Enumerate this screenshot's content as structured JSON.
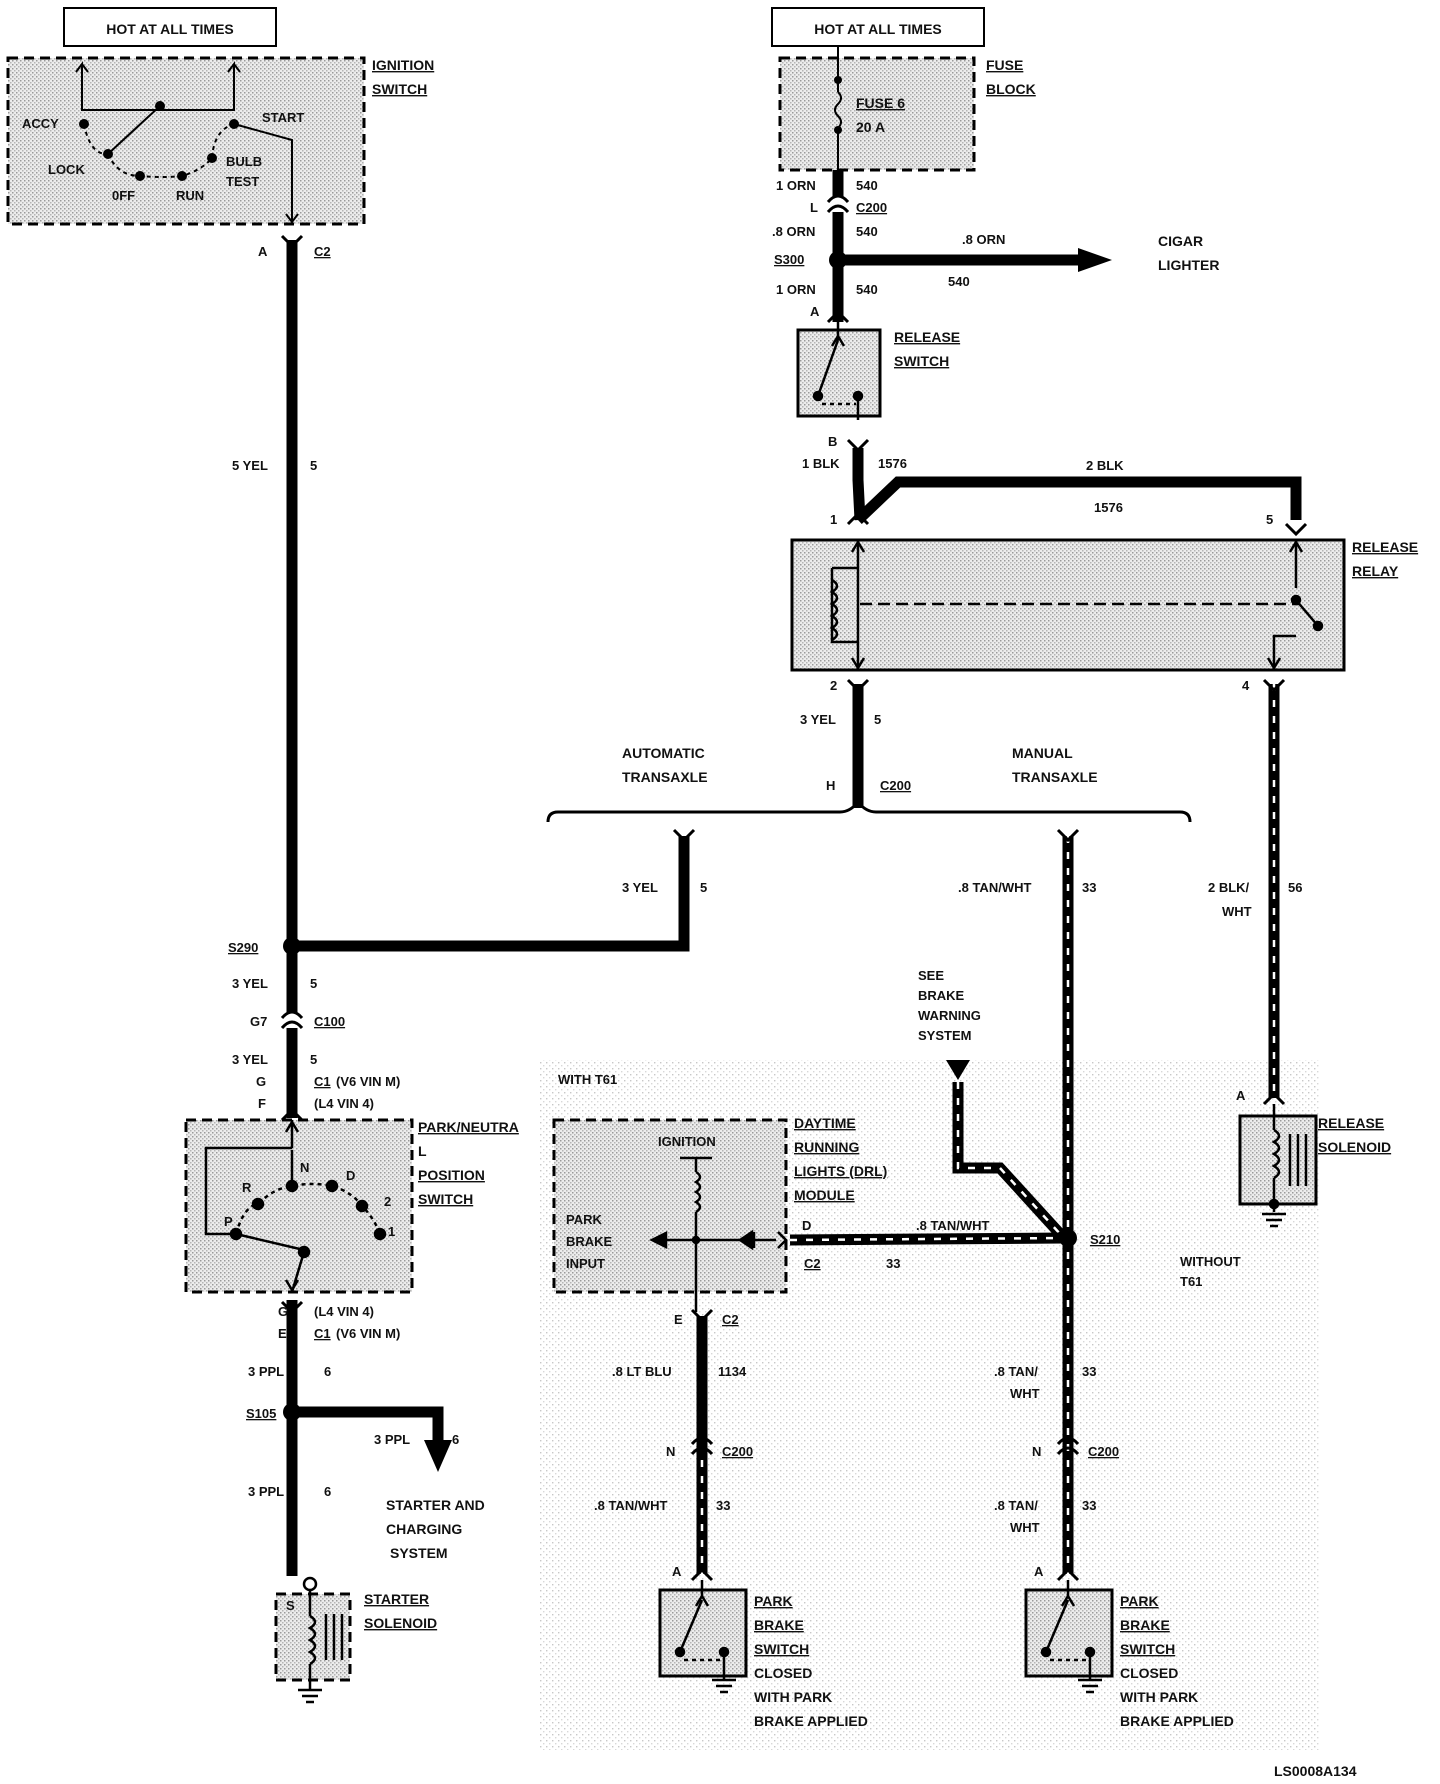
{
  "hot_at_all_times": "HOT AT ALL TIMES",
  "ignition_switch": {
    "name_line1": "IGNITION",
    "name_line2": "SWITCH",
    "positions": {
      "accy": "ACCY",
      "lock": "LOCK",
      "off": "0FF",
      "run": "RUN",
      "start": "START",
      "bulb": "BULB",
      "test": "TEST"
    }
  },
  "fuse_block": {
    "name_line1": "FUSE",
    "name_line2": "BLOCK",
    "fuse": "FUSE 6",
    "rating": "20 A"
  },
  "wires": {
    "orn_1": "1 ORN",
    "orn_540": "540",
    "conn_l": "L",
    "c200": "C200",
    "orn_08": ".8 ORN",
    "s300": "S300",
    "orn_1b": "1 ORN",
    "cig_orn": ".8 ORN",
    "cig_540": "540",
    "conn_a": "A",
    "conn_b": "B",
    "blk_1": "1 BLK",
    "blk_1576": "1576",
    "blk_2": "2 BLK",
    "blk_2_1576": "1576",
    "pin_1": "1",
    "pin_5": "5",
    "pin_2": "2",
    "pin_4": "4",
    "yel_3": "3 YEL",
    "yel_5": "5",
    "conn_h": "H",
    "yel_3b": "3 YEL",
    "yel_5b": "5",
    "tanwht": ".8 TAN/WHT",
    "tanwht_33": "33",
    "blkwht_1": "2 BLK/",
    "blkwht_2": "WHT",
    "blkwht_56": "56",
    "conn_a_ign": "A",
    "c2_ign": "C2",
    "yel5_label": "5 YEL",
    "yel5_num": "5",
    "s290": "S290",
    "yel_s290": "3 YEL",
    "yel_s290_n": "5",
    "g7": "G7",
    "c100": "C100",
    "yel_c100": "3 YEL",
    "yel_c100_n": "5",
    "g": "G",
    "c1": "C1",
    "v6m": "(V6 VIN M)",
    "f": "F",
    "l4": "(L4 VIN 4)",
    "g2": "G",
    "l4b": "(L4 VIN 4)",
    "e": "E",
    "c1b": "C1",
    "v6mb": "(V6 VIN M)",
    "ppl_3": "3 PPL",
    "ppl_6": "6",
    "s105": "S105",
    "ppl_3b": "3 PPL",
    "ppl_6b": "6",
    "ppl_3c": "3 PPL",
    "ppl_6c": "6",
    "drl_d": "D",
    "drl_tanwht": ".8 TAN/WHT",
    "drl_c2": "C2",
    "drl_33": "33",
    "s210": "S210",
    "e2": "E",
    "c2b": "C2",
    "ltblu": ".8 LT BLU",
    "ltblu_n": "1134",
    "n1": "N",
    "c200b": "C200",
    "tw_left": ".8 TAN/WHT",
    "tw_left_n": "33",
    "a_left": "A",
    "tw_r1a": ".8 TAN/",
    "tw_r1b": "WHT",
    "tw_r1n": "33",
    "n2": "N",
    "c200c": "C200",
    "tw_r2a": ".8 TAN/",
    "tw_r2b": "WHT",
    "tw_r2n": "33",
    "a_right": "A",
    "a_sol": "A"
  },
  "cigar": {
    "line1": "CIGAR",
    "line2": "LIGHTER"
  },
  "release_switch": {
    "line1": "RELEASE",
    "line2": "SWITCH"
  },
  "release_relay": {
    "line1": "RELEASE",
    "line2": "RELAY"
  },
  "transaxle": {
    "auto1": "AUTOMATIC",
    "auto2": "TRANSAXLE",
    "man1": "MANUAL",
    "man2": "TRANSAXLE"
  },
  "see_brake": {
    "l1": "SEE",
    "l2": "BRAKE",
    "l3": "WARNING",
    "l4": "SYSTEM"
  },
  "release_solenoid": {
    "line1": "RELEASE",
    "line2": "SOLENOID"
  },
  "park_neutral": {
    "l1": "PARK/NEUTRA",
    "l2": "L",
    "l3": "POSITION",
    "l4": "SWITCH",
    "p": "P",
    "r": "R",
    "n": "N",
    "d": "D",
    "two": "2",
    "one": "1"
  },
  "with_t61": "WITH T61",
  "without_t61_1": "WITHOUT",
  "without_t61_2": "T61",
  "drl_module": {
    "l1": "DAYTIME",
    "l2": "RUNNING",
    "l3": "LIGHTS (DRL)",
    "l4": "MODULE",
    "ignition": "IGNITION",
    "park1": "PARK",
    "park2": "BRAKE",
    "park3": "INPUT"
  },
  "starter": {
    "line1": "STARTER",
    "line2": "SOLENOID",
    "s": "S"
  },
  "starter_charging": {
    "l1": "STARTER AND",
    "l2": "CHARGING",
    "l3": "SYSTEM"
  },
  "park_brake_switch": {
    "l1": "PARK",
    "l2": "BRAKE",
    "l3": "SWITCH",
    "l4": "CLOSED",
    "l5": "WITH PARK",
    "l6": "BRAKE APPLIED"
  },
  "figure_id": "LS0008A134"
}
